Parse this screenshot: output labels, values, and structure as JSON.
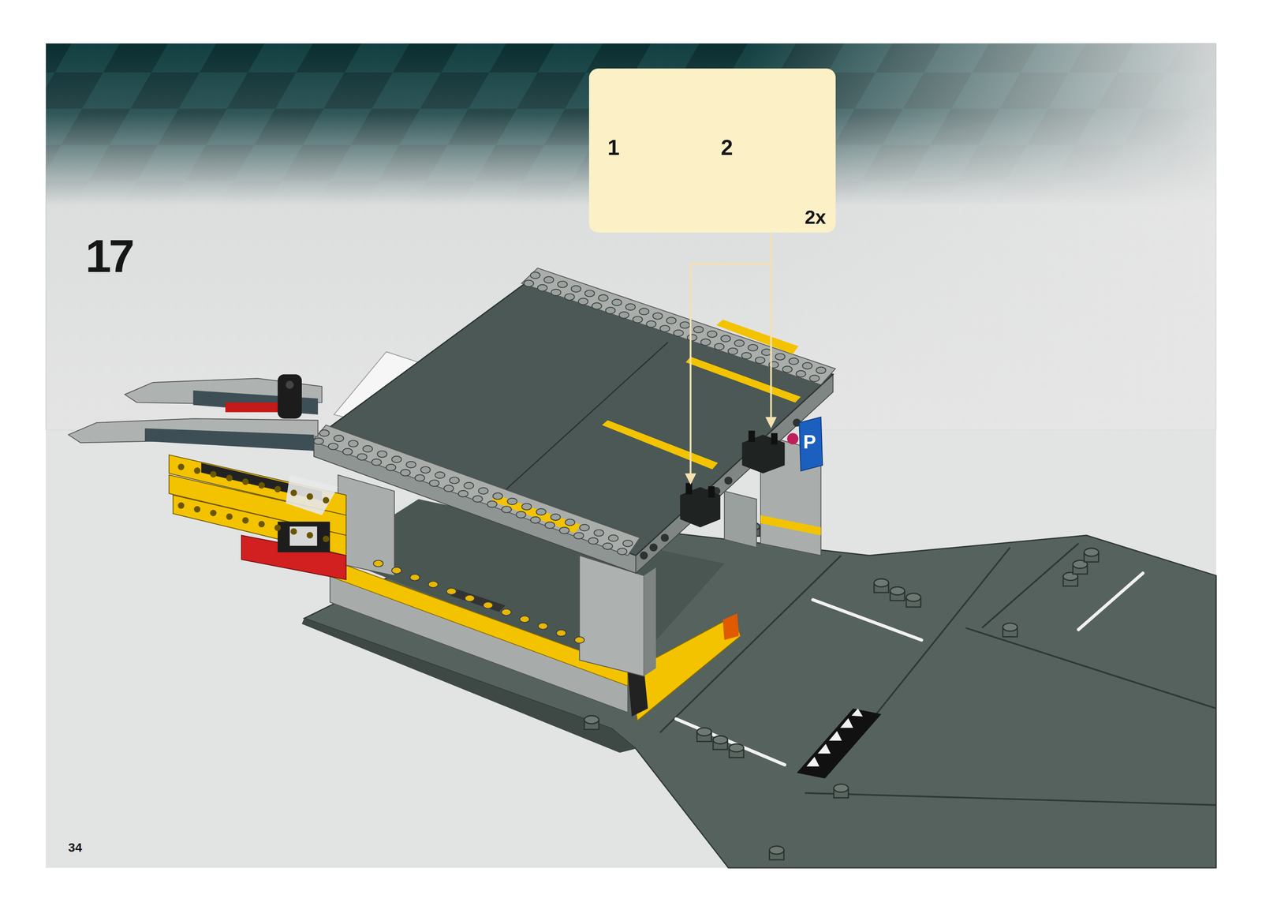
{
  "diagram": {
    "nodes": [
      {
        "text": [
          "1",
          "2",
          "2x"
        ]
      }
    ],
    "labels": [
      "17",
      "P",
      "34"
    ]
  }
}
